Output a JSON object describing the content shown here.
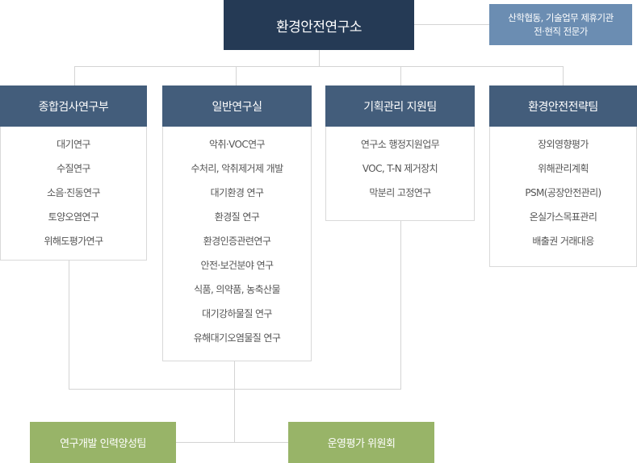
{
  "top": {
    "title": "환경안전연구소"
  },
  "partner": {
    "line1": "산학협동, 기술업무 제휴기관",
    "line2": "전·현직 전문가"
  },
  "departments": [
    {
      "title": "종합검사연구부",
      "items": [
        "대기연구",
        "수질연구",
        "소음·진동연구",
        "토양오염연구",
        "위해도평가연구"
      ]
    },
    {
      "title": "일반연구실",
      "items": [
        "악취·VOC연구",
        "수처리, 악취제거제 개발",
        "대기환경 연구",
        "환경질 연구",
        "환경인증관련연구",
        "안전·보건분야 연구",
        "식품, 의약품, 농축산물",
        "대기강하물질 연구",
        "유해대기오염물질 연구"
      ]
    },
    {
      "title": "기획관리 지원팀",
      "items": [
        "연구소 행정지원업무",
        "VOC, T-N 제거장치",
        "막분리 고정연구"
      ]
    },
    {
      "title": "환경안전전략팀",
      "items": [
        "장외영향평가",
        "위해관리계획",
        "PSM(공장안전관리)",
        "온실가스목표관리",
        "배출권 거래대응"
      ]
    }
  ],
  "bottom": [
    {
      "title": "연구개발 인력양성팀"
    },
    {
      "title": "운영평가 위원회"
    }
  ]
}
